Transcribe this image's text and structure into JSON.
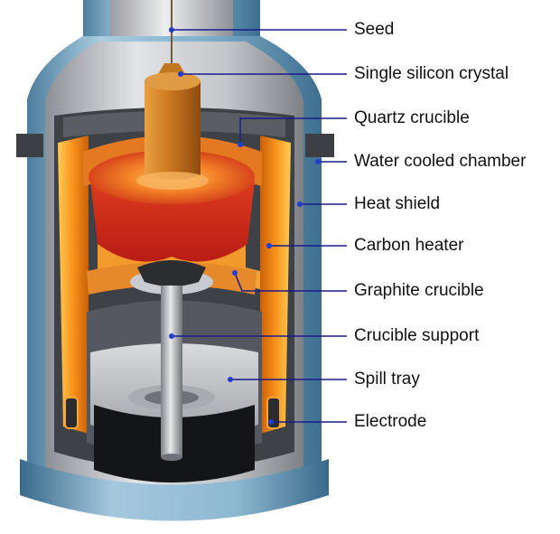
{
  "labels": [
    {
      "id": "seed",
      "text": "Seed"
    },
    {
      "id": "single-silicon-crystal",
      "text": "Single silicon crystal"
    },
    {
      "id": "quartz-crucible",
      "text": "Quartz crucible"
    },
    {
      "id": "water-cooled-chamber",
      "text": "Water cooled chamber"
    },
    {
      "id": "heat-shield",
      "text": "Heat shield"
    },
    {
      "id": "carbon-heater",
      "text": "Carbon heater"
    },
    {
      "id": "graphite-crucible",
      "text": "Graphite crucible"
    },
    {
      "id": "crucible-support",
      "text": "Crucible support"
    },
    {
      "id": "spill-tray",
      "text": "Spill tray"
    },
    {
      "id": "electrode",
      "text": "Electrode"
    }
  ],
  "colors": {
    "leader_line": "#1a1a8c",
    "leader_dot": "#1f3fd0",
    "chamber_outer": "#6fa2c2",
    "chamber_inner": "#c9ccd0",
    "heater": "#f08a10",
    "melt": "#d8301a",
    "crystal": "#c8741c"
  }
}
